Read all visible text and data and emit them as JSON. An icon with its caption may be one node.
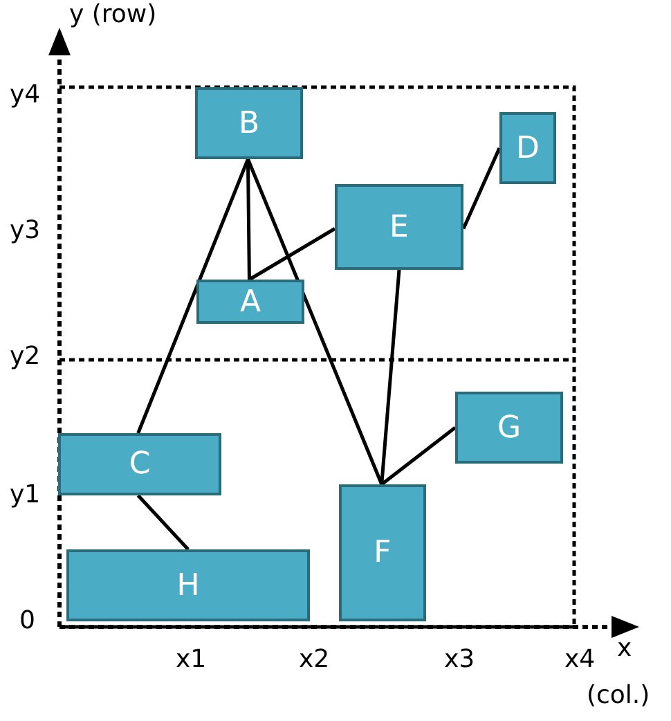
{
  "diagram": {
    "nodes": [
      {
        "text": [
          "B"
        ]
      },
      {
        "text": [
          "D"
        ]
      },
      {
        "text": [
          "E"
        ]
      },
      {
        "text": [
          "A"
        ]
      },
      {
        "text": [
          "C"
        ]
      },
      {
        "text": [
          "G"
        ]
      },
      {
        "text": [
          "F"
        ]
      },
      {
        "text": [
          "H"
        ]
      }
    ],
    "edges": [
      {
        "from": 0,
        "to": 4,
        "arrow": "none"
      },
      {
        "from": 0,
        "to": 3,
        "arrow": "none"
      },
      {
        "from": 0,
        "to": 6,
        "arrow": "none"
      },
      {
        "from": 3,
        "to": 2,
        "arrow": "none"
      },
      {
        "from": 2,
        "to": 1,
        "arrow": "none"
      },
      {
        "from": 2,
        "to": 6,
        "arrow": "none"
      },
      {
        "from": 6,
        "to": 5,
        "arrow": "none"
      },
      {
        "from": 4,
        "to": 7,
        "arrow": "none"
      }
    ],
    "labels": [
      "y (row)",
      "y4",
      "y3",
      "y2",
      "y1",
      "0",
      "x1",
      "x2",
      "x3",
      "x4",
      "x",
      "(col.)"
    ]
  }
}
